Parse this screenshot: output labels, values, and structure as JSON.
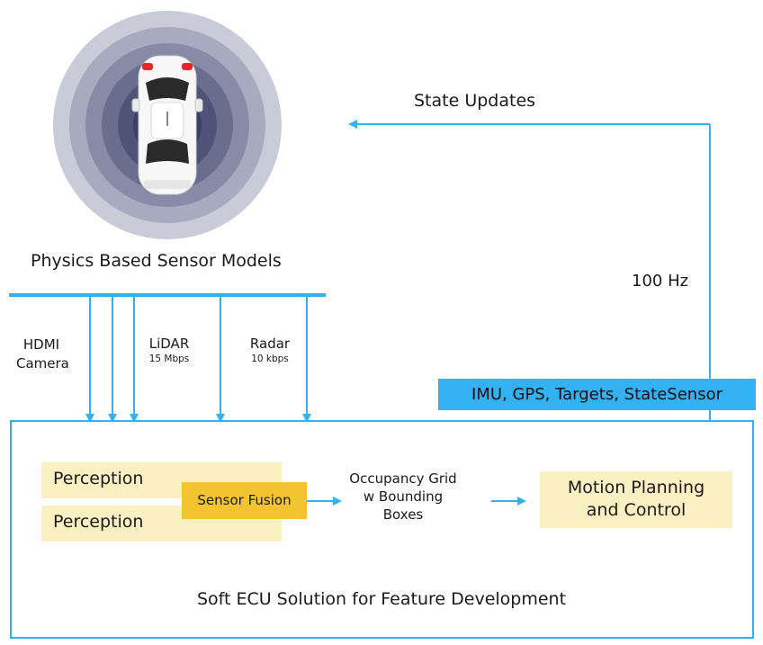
{
  "top": {
    "sensor_models_label": "Physics Based Sensor Models",
    "state_updates_label": "State Updates",
    "rate_label": "100 Hz"
  },
  "signals": {
    "hdmi_camera_label": "HDMI Camera",
    "lidar_label": "LiDAR",
    "lidar_rate": "15 Mbps",
    "radar_label": "Radar",
    "radar_rate": "10 kbps"
  },
  "state_sensor_box": {
    "label": "IMU, GPS, Targets, StateSensor"
  },
  "ecu": {
    "perception_1": "Perception",
    "perception_2": "Perception",
    "sensor_fusion": "Sensor Fusion",
    "occupancy_label": "Occupancy Grid w Bounding Boxes",
    "motion_planning": "Motion Planning and Control",
    "solution_label": "Soft ECU Solution for Feature Development"
  },
  "colors": {
    "accent_blue": "#33b1f2",
    "pale_yellow": "#fbf0c2",
    "fusion_yellow": "#f4c430",
    "ring_colors": [
      "#c9cbd8",
      "#a8abbf",
      "#878ba6",
      "#6a6e8e",
      "#4f5378",
      "#3b3f66"
    ]
  },
  "icons": {
    "vehicle": "car-top-view-icon"
  }
}
